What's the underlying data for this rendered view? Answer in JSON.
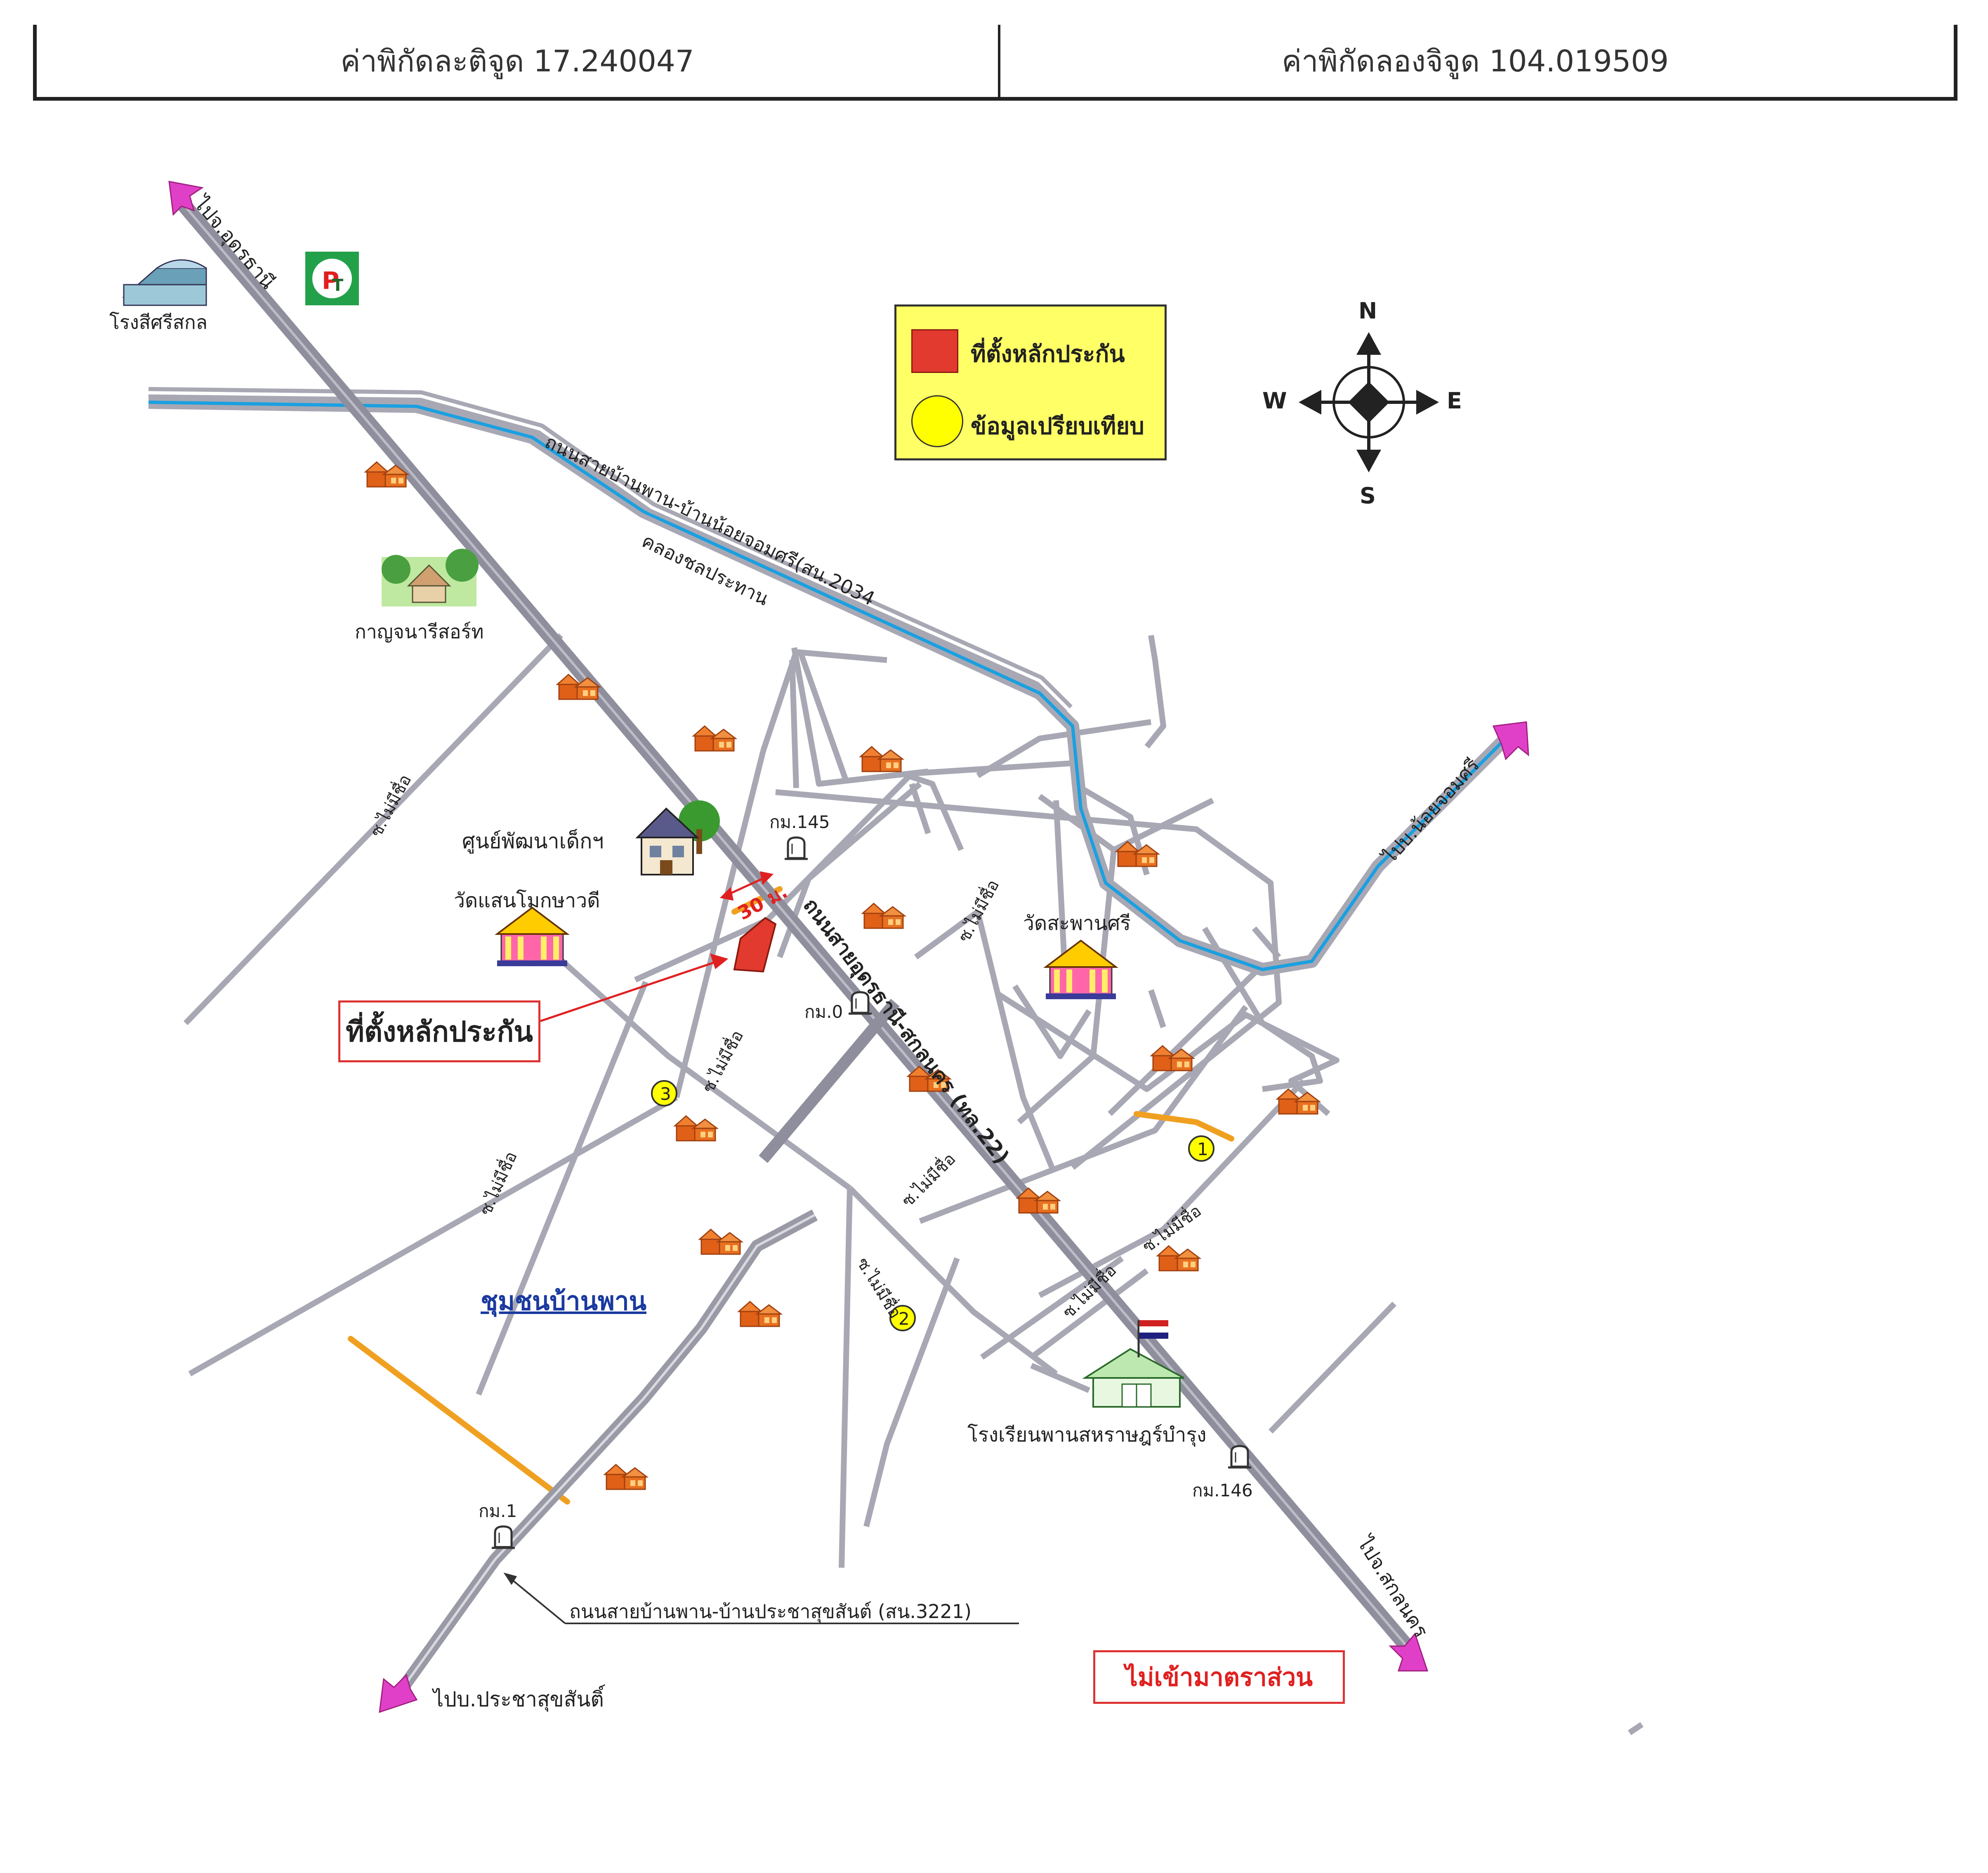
{
  "header": {
    "latitude": "ค่าพิกัดละติจูด 17.240047",
    "longitude": "ค่าพิกัดลองจิจูด 104.019509"
  },
  "legend": {
    "collateral": "ที่ตั้งหลักประกัน",
    "comparison": "ข้อมูลเปรียบเทียบ",
    "collateral_color": "#e23a2e",
    "comparison_color": "#ffff00"
  },
  "compass": {
    "n": "N",
    "s": "S",
    "e": "E",
    "w": "W"
  },
  "labels": {
    "to_udon": "ไปจ.อุดรธานี",
    "to_sakon": "ไปจ.สกลนคร",
    "to_noi_chom_si": "ไปบ.น้อยจอมศรี",
    "to_prachasuk": "ไปบ.ประชาสุขสันติ์",
    "road_noi_chom_si": "ถนนสายบ้านพาน-บ้านน้อยจอมศรี(สน.2034",
    "canal": "คลองชลประทาน",
    "highway": "ถนนสายอุดรธานี-สกลนคร (ทล.22)",
    "road_prachasuk": "ถนนสายบ้านพาน-บ้านประชาสุขสันต์ (สน.3221)",
    "factory": "โรงสีศรีสกล",
    "resort": "กาญจนารีสอร์ท",
    "child_center": "ศูนย์พัฒนาเด็กฯ",
    "wat_saen": "วัดแสนโมกษาวดี",
    "wat_sa_phan": "วัดสะพานศรี",
    "school": "โรงเรียนพานสหราษฎร์บำรุง",
    "community": "ชุมชนบ้านพาน",
    "km145": "กม.145",
    "km0": "กม.0",
    "km146": "กม.146",
    "km1": "กม.1",
    "distance": "30 ม.",
    "soi": "ซ.ไม่มีชื่อ",
    "collateral_callout": "ที่ตั้งหลักประกัน",
    "not_to_scale": "ไม่เข้ามาตราส่วน",
    "comp1": "1",
    "comp2": "2",
    "comp3": "3"
  },
  "colors": {
    "road": "#a8a8b4",
    "highway": "#9a9aa6",
    "canal": "#1aa0e0",
    "arrow": "#e040c8",
    "orange_road": "#f0a020",
    "house": "#e06018",
    "text_red": "#e02020"
  }
}
